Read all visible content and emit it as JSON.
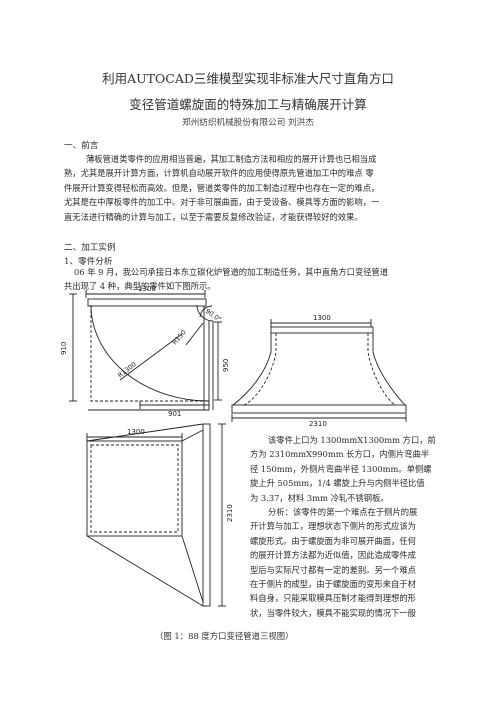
{
  "title_line1": "利用AUTOCAD三维模型实现非标准大尺寸直角方口",
  "title_line2": "变径管道螺旋面的特殊加工与精确展开计算",
  "author": "郑州纺织机械股份有限公司   刘洪杰",
  "section1_heading": "一、前言",
  "intro_lines": [
    "薄板管道类零件的应用相当普遍，其加工制造方法和相应的展开计算也已相当成",
    "熟，尤其是展开计算方面，计算机自动展开软件的应用使得原先管道加工中的难点 零",
    "件展开计算变得轻松而高效。但是，管道类零件的加工制造过程中也存在一定的难点，",
    "尤其是在中厚板零件的加工中。对于非可展曲面，由于受设备、模具等方面的影响，一",
    "直无法进行精确的计算与加工，以至于需要反复修改验证，才能获得较好的效果。"
  ],
  "section2_heading": "二、加工实例",
  "subsection_heading": "1、零件分析",
  "case_lines": [
    "06 年 9 月，我公司承接日本东立碳化炉管道的加工制造任务，其中直角方口变径管道",
    "共出现了 4 种，典型的零件如下图所示。"
  ],
  "drawing_labels": {
    "top_width": "1300",
    "left_height": "910",
    "outer_radius": "R1300",
    "inner_radius": "R150",
    "angle": "90.0°",
    "right_height": "950",
    "bottom_width": "901",
    "front_top": "1300",
    "front_bottom": "2310",
    "plan_top": "1300",
    "plan_right": "2310"
  },
  "desc_lines": [
    "该零件上口为 1300mmX1300mm 方口，前",
    "方为 2310mmX990mm 长方口，内侧片弯曲半",
    "径 150mm，外侧片弯曲半径 1300mm。单侧螺",
    "旋上升 505mm，1/4 螺旋上升与内侧半径比值",
    "为 3.37，材料 3mm 冷轧不锈钢板。",
    "分析：该零件的第一个难点在于侧片的展",
    "开计算与加工，理想状态下侧片的形式应该为",
    "螺旋形式。由于螺旋面为非可展开曲面，任何",
    "的展开计算方法都为近似值，因此造成零件成",
    "型后与实际尺寸都有一定的差别。另一个难点",
    "在于侧片的成型，由于螺旋面的变形来自于材",
    "料自身，只能采取模具压制才能得到理想的形",
    "状，当零件较大，模具不能实现的情况下一般"
  ],
  "caption": "（图 1：88 度方口变径管道三视图）"
}
